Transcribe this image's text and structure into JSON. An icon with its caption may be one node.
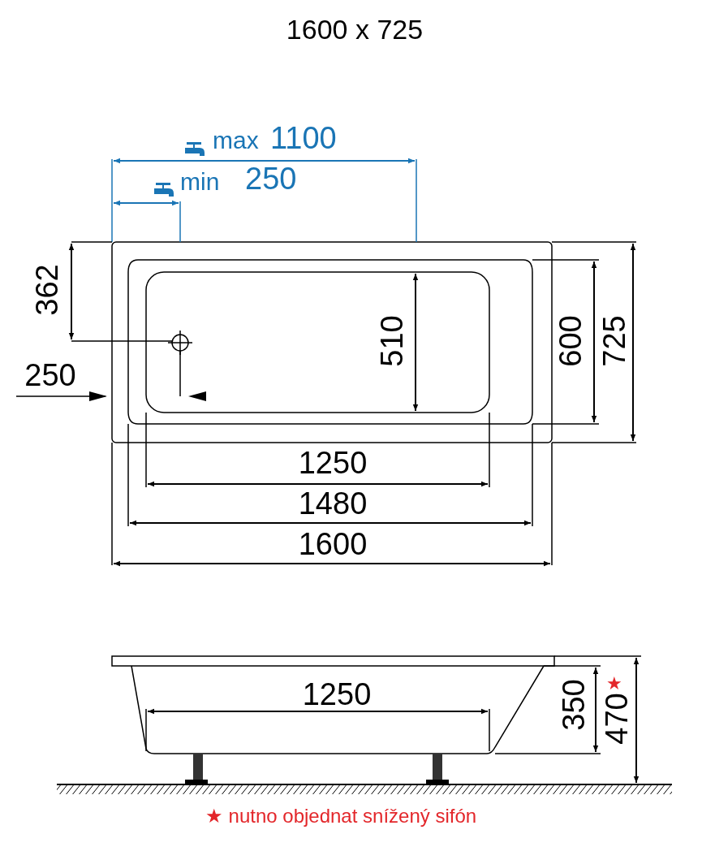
{
  "diagram": {
    "title": "1600 x 725",
    "labels": [
      "max",
      "1100",
      "min",
      "250",
      "362",
      "250",
      "510",
      "600",
      "725",
      "1250",
      "1480",
      "1600",
      "1250",
      "350",
      "470",
      "★",
      "★ nutno objednat snížený sifón"
    ]
  }
}
